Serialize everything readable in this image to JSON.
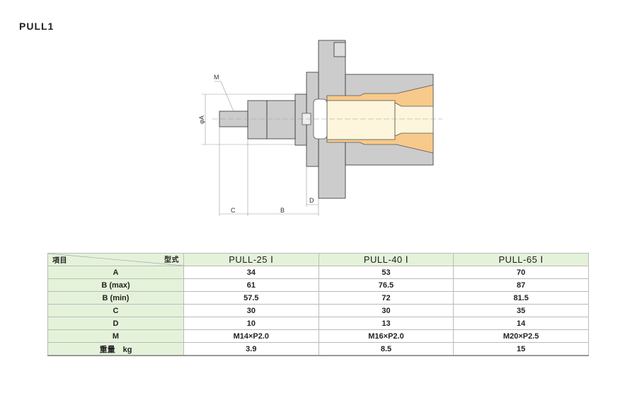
{
  "title": "PULL1",
  "drawing": {
    "labels": {
      "m": "M",
      "a": "φA",
      "c": "C",
      "b": "B",
      "d": "D"
    }
  },
  "table": {
    "corner_left": "項目",
    "corner_right": "型式",
    "models": [
      "PULL-25 Ⅰ",
      "PULL-40 Ⅰ",
      "PULL-65 Ⅰ"
    ],
    "rows": [
      {
        "label": "A",
        "values": [
          "34",
          "53",
          "70"
        ]
      },
      {
        "label": "B (max)",
        "values": [
          "61",
          "76.5",
          "87"
        ]
      },
      {
        "label": "B (min)",
        "values": [
          "57.5",
          "72",
          "81.5"
        ]
      },
      {
        "label": "C",
        "values": [
          "30",
          "30",
          "35"
        ]
      },
      {
        "label": "D",
        "values": [
          "10",
          "13",
          "14"
        ]
      },
      {
        "label": "M",
        "values": [
          "M14×P2.0",
          "M16×P2.0",
          "M20×P2.5"
        ]
      },
      {
        "label": "重量　kg",
        "values": [
          "3.9",
          "8.5",
          "15"
        ]
      }
    ]
  }
}
